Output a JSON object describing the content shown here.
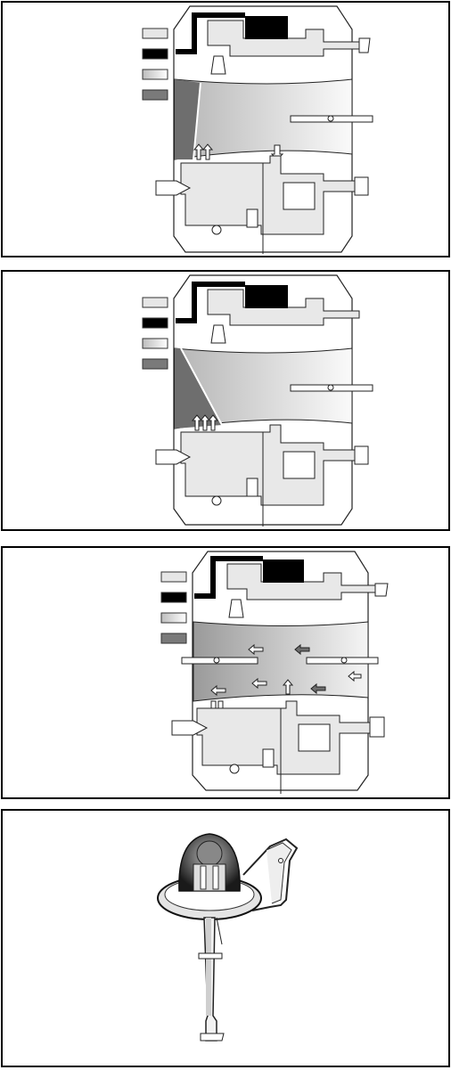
{
  "colors": {
    "legend_light": "#e6e6e6",
    "legend_black": "#000000",
    "legend_gradient_from": "#bdbdbd",
    "legend_gradient_to": "#ffffff",
    "legend_dark": "#7a7a7a",
    "housing": "#e8e8e8",
    "outline": "#2a2a2a"
  },
  "panels": [
    {
      "id": "diagram-1",
      "chamber": "left-fill",
      "legend_swatches": 4
    },
    {
      "id": "diagram-2",
      "chamber": "diagonal-fill",
      "legend_swatches": 4
    },
    {
      "id": "diagram-3",
      "chamber": "flow-arrows",
      "legend_swatches": 4
    },
    {
      "id": "diagram-4",
      "chamber": "component-illustration",
      "legend_swatches": 0
    }
  ]
}
